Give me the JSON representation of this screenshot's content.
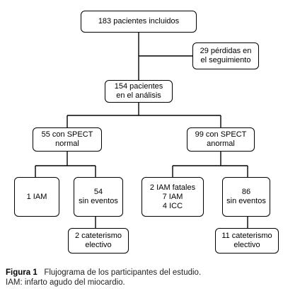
{
  "nodes": {
    "included": {
      "lines": [
        "183 pacientes incluidos"
      ]
    },
    "lost": {
      "lines": [
        "29 pérdidas en",
        "el seguimiento"
      ]
    },
    "analysis": {
      "lines": [
        "154 pacientes",
        "en el análisis"
      ]
    },
    "spect_normal": {
      "lines": [
        "55 con SPECT",
        "normal"
      ]
    },
    "spect_abnormal": {
      "lines": [
        "99 con SPECT",
        "anormal"
      ]
    },
    "normal_iam": {
      "lines": [
        "1 IAM"
      ]
    },
    "normal_no_events": {
      "lines": [
        "54",
        "sin eventos"
      ]
    },
    "abnormal_events": {
      "lines": [
        "2 IAM fatales",
        "7 IAM",
        "4 ICC"
      ]
    },
    "abnormal_no_events": {
      "lines": [
        "86",
        "sin eventos"
      ]
    },
    "normal_cath": {
      "lines": [
        "2 cateterismo",
        "electivo"
      ]
    },
    "abnormal_cath": {
      "lines": [
        "11 cateterismo",
        "electivo"
      ]
    }
  },
  "caption": {
    "label": "Figura 1",
    "title": "Flujograma de los participantes del estudio.",
    "note": "IAM: infarto agudo del miocardio."
  }
}
